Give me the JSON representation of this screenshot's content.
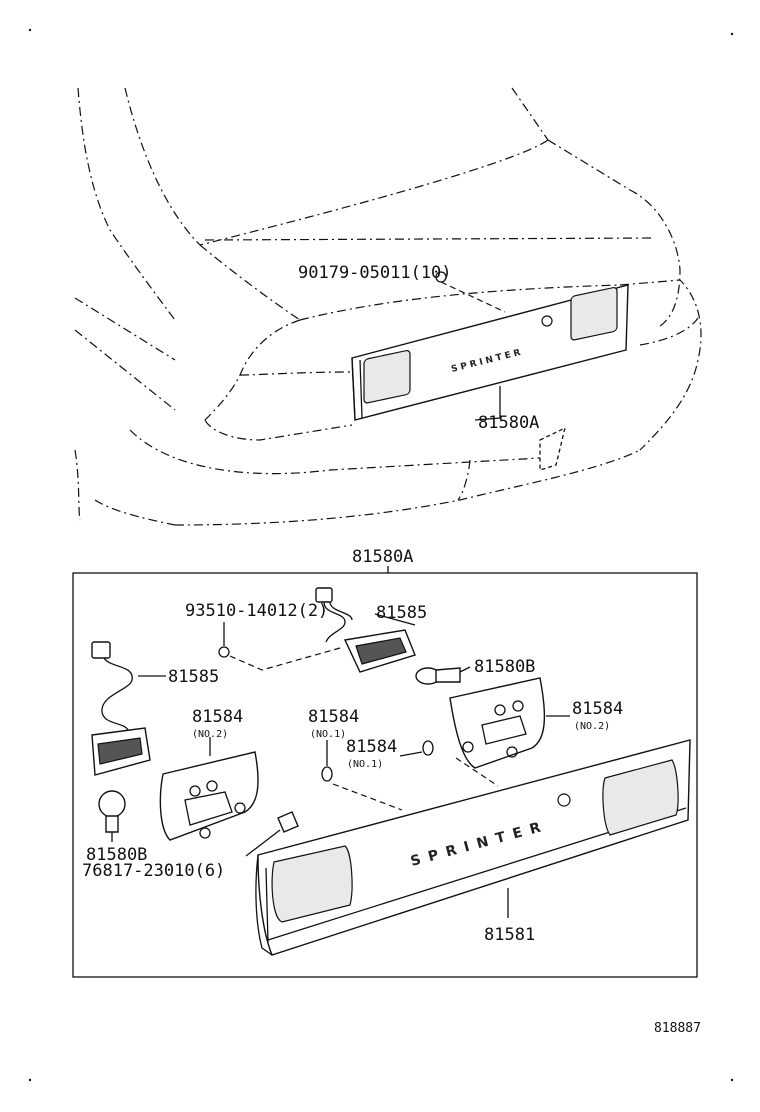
{
  "labels": {
    "fastener_top": "90179-05011(10)",
    "garnish_assy_top": "81580A",
    "garnish_assy_box": "81580A",
    "clip": "93510-14012(2)",
    "lamp_right": "81585",
    "lamp_left": "81585",
    "bulb_right": "81580B",
    "bulb_left": "81580B",
    "lens_left": "81584",
    "lens_left_note": "(NO.2)",
    "lens_mid": "81584",
    "lens_mid_note": "(NO.1)",
    "lens_mid2": "81584",
    "lens_mid2_note": "(NO.1)",
    "lens_right": "81584",
    "lens_right_note": "(NO.2)",
    "clip_grommet": "76817-23010(6)",
    "garnish_panel": "81581"
  },
  "emblem": "SPRINTER",
  "diagram_id": "818887"
}
